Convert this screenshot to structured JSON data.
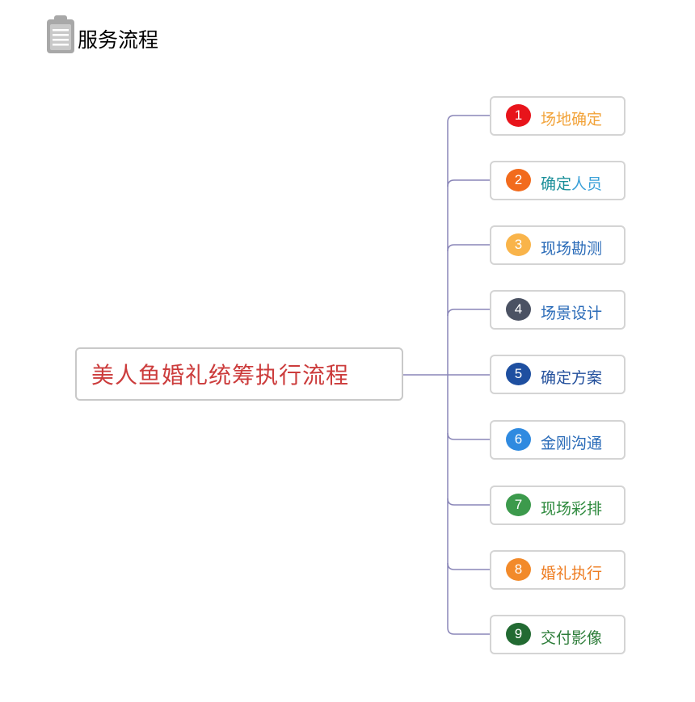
{
  "header": {
    "icon": "clipboard-icon",
    "title": "服务流程"
  },
  "diagram": {
    "root": {
      "label": "美人鱼婚礼统筹执行流程",
      "color": "#cc3c3c"
    },
    "connector_color": "#8a86b8",
    "steps": [
      {
        "number": "1",
        "label": "场地确定",
        "badge_color": "#e8141b",
        "label_color": "#f2a33a"
      },
      {
        "number": "2",
        "label_a": "确定",
        "label_b": "人员",
        "badge_color": "#f26b1d",
        "label_color": "#1a8f99",
        "label_b_color": "#3aa0d8"
      },
      {
        "number": "3",
        "label": "现场勘测",
        "badge_color": "#f9b44a",
        "label_color": "#2a6bb8"
      },
      {
        "number": "4",
        "label": "场景设计",
        "badge_color": "#4b5263",
        "label_color": "#2a6bb8"
      },
      {
        "number": "5",
        "label": "确定方案",
        "badge_color": "#1e4fa0",
        "label_color": "#23509c"
      },
      {
        "number": "6",
        "label": "金刚沟通",
        "badge_color": "#2f8ae0",
        "label_color": "#2a6bb8"
      },
      {
        "number": "7",
        "label": "现场彩排",
        "badge_color": "#3c9a4c",
        "label_color": "#2e8a3e"
      },
      {
        "number": "8",
        "label": "婚礼执行",
        "badge_color": "#f28a2a",
        "label_color": "#ee7d22"
      },
      {
        "number": "9",
        "label": "交付影像",
        "badge_color": "#226a32",
        "label_color": "#2e7d3a"
      }
    ]
  }
}
